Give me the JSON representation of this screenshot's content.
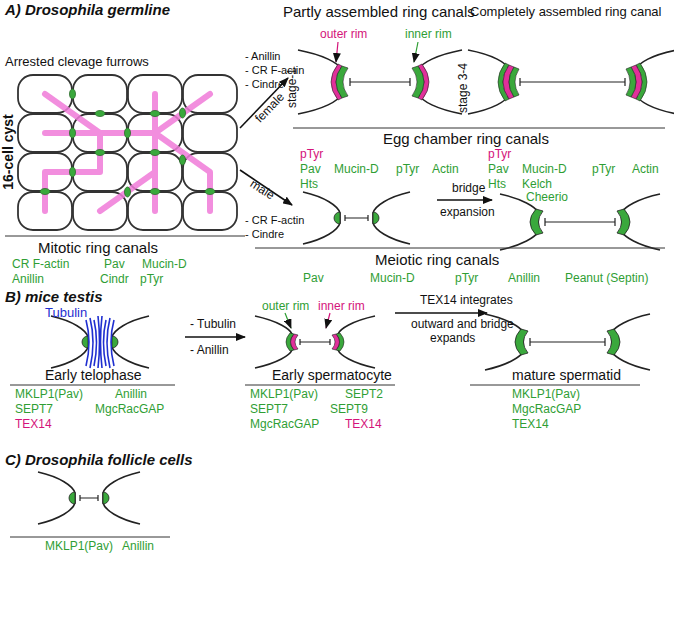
{
  "diagram": {
    "labels": [
      "A) Drosophila germline",
      "Partly assembled ring canals",
      "Completely assembled ring canal",
      "outer rim",
      "inner rim",
      "Arrested clevage furrows",
      "16-cell cyst",
      "- Anillin",
      "- CR F-actin",
      "- Cindre",
      "female",
      "stage-1",
      "stage 3-4",
      "Egg chamber ring canals",
      "pTyr",
      "Pav",
      "Mucin-D",
      "pTyr",
      "Actin",
      "Hts",
      "pTyr",
      "Pav",
      "Mucin-D",
      "pTyr",
      "Actin",
      "Hts",
      "Kelch",
      "Cheerio",
      "male",
      "- CR F-actin",
      "- Cindre",
      "bridge",
      "expansion",
      "Mitotic ring canals",
      "CR F-actin",
      "Pav",
      "Mucin-D",
      "Anillin",
      "Cindr",
      "pTyr",
      "Meiotic ring canals",
      "Pav",
      "Mucin-D",
      "pTyr",
      "Anillin",
      "Peanut (Septin)",
      "B) mice testis",
      "Tubulin",
      "- Tubulin",
      "- Anillin",
      "outer rim",
      "inner rim",
      "TEX14 integrates",
      "outward and bridge",
      "expands",
      "Early telophase",
      "Early spermatocyte",
      "mature spermatid",
      "MKLP1(Pav)",
      "Anillin",
      "SEPT7",
      "MgcRacGAP",
      "TEX14",
      "MKLP1(Pav)",
      "SEPT2",
      "SEPT7",
      "SEPT9",
      "MgcRacGAP",
      "TEX14",
      "MKLP1(Pav)",
      "MgcRacGAP",
      "TEX14",
      "C) Drosophila follicle cells",
      "MKLP1(Pav)",
      "Anillin"
    ]
  }
}
